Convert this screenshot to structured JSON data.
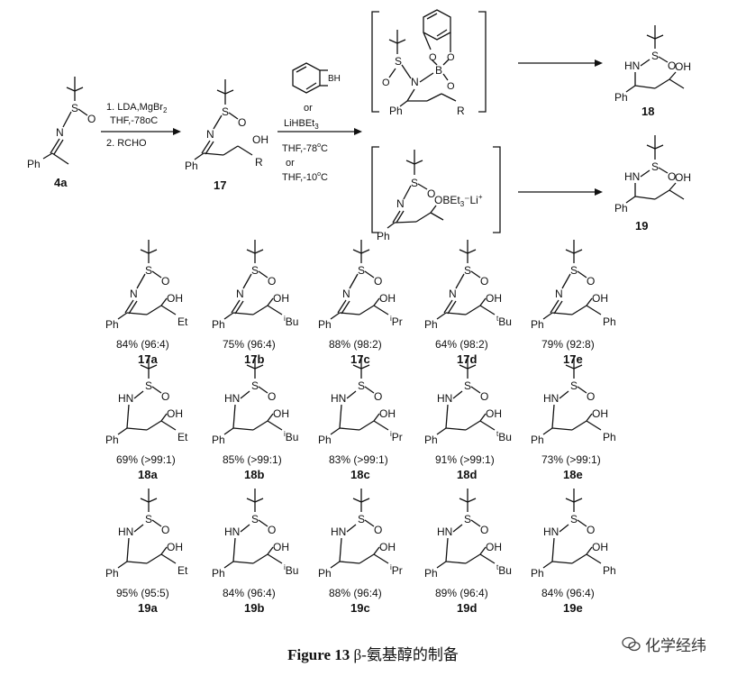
{
  "figure": {
    "caption_prefix": "Figure 13",
    "caption_text": " β-氨基醇的制备",
    "watermark": "化学经纬"
  },
  "top": {
    "start": {
      "label": "4a",
      "ph": "Ph"
    },
    "step1": {
      "line1": "1. LDA,MgBr",
      "line1_sub": "2",
      "line2": "THF,-78oC",
      "line3": "2. RCHO"
    },
    "product17": {
      "label": "17",
      "ph": "Ph",
      "r": "R",
      "oh": "OH"
    },
    "reagents": {
      "bh": "BH",
      "or1": "or",
      "lihbet": "LiHBEt",
      "lihbet_sub": "3",
      "cond1": "THF,-78",
      "cond1_sup": "o",
      "cond1_end": "C",
      "or2": "or",
      "cond2": "THF,-10",
      "cond2_sup": "o",
      "cond2_end": "C"
    },
    "ts_boron": {
      "ph": "Ph",
      "r": "R",
      "b": "B",
      "n": "N",
      "o": "O",
      "s": "S"
    },
    "ts_li": {
      "ph": "Ph",
      "obet": "OBEt",
      "obet_sub": "3",
      "li": "Li",
      "li_sup": "+"
    },
    "product18": {
      "label": "18",
      "ph": "Ph",
      "hn": "HN",
      "oh": "OH"
    },
    "product19": {
      "label": "19",
      "ph": "Ph",
      "hn": "HN",
      "oh": "OH"
    }
  },
  "rows": [
    {
      "type": "imine",
      "items": [
        {
          "label": "17a",
          "yield": "84% (96:4)",
          "r": "Et",
          "r_pre": ""
        },
        {
          "label": "17b",
          "yield": "75% (96:4)",
          "r": "Bu",
          "r_pre": "i"
        },
        {
          "label": "17c",
          "yield": "88% (98:2)",
          "r": "Pr",
          "r_pre": "i"
        },
        {
          "label": "17d",
          "yield": "64% (98:2)",
          "r": "Bu",
          "r_pre": "t"
        },
        {
          "label": "17e",
          "yield": "79% (92:8)",
          "r": "Ph",
          "r_pre": ""
        }
      ]
    },
    {
      "type": "amine",
      "items": [
        {
          "label": "18a",
          "yield": "69% (>99:1)",
          "r": "Et",
          "r_pre": ""
        },
        {
          "label": "18b",
          "yield": "85% (>99:1)",
          "r": "Bu",
          "r_pre": "i"
        },
        {
          "label": "18c",
          "yield": "83% (>99:1)",
          "r": "Pr",
          "r_pre": "i"
        },
        {
          "label": "18d",
          "yield": "91% (>99:1)",
          "r": "Bu",
          "r_pre": "t"
        },
        {
          "label": "18e",
          "yield": "73% (>99:1)",
          "r": "Ph",
          "r_pre": ""
        }
      ]
    },
    {
      "type": "amine",
      "items": [
        {
          "label": "19a",
          "yield": "95% (95:5)",
          "r": "Et",
          "r_pre": ""
        },
        {
          "label": "19b",
          "yield": "84% (96:4)",
          "r": "Bu",
          "r_pre": "i"
        },
        {
          "label": "19c",
          "yield": "88% (96:4)",
          "r": "Pr",
          "r_pre": "i"
        },
        {
          "label": "19d",
          "yield": "89% (96:4)",
          "r": "Bu",
          "r_pre": "t"
        },
        {
          "label": "19e",
          "yield": "84% (96:4)",
          "r": "Ph",
          "r_pre": ""
        }
      ]
    }
  ],
  "atoms": {
    "s": "S",
    "o": "O",
    "n": "N",
    "hn": "HN",
    "oh": "OH",
    "ph": "Ph"
  }
}
